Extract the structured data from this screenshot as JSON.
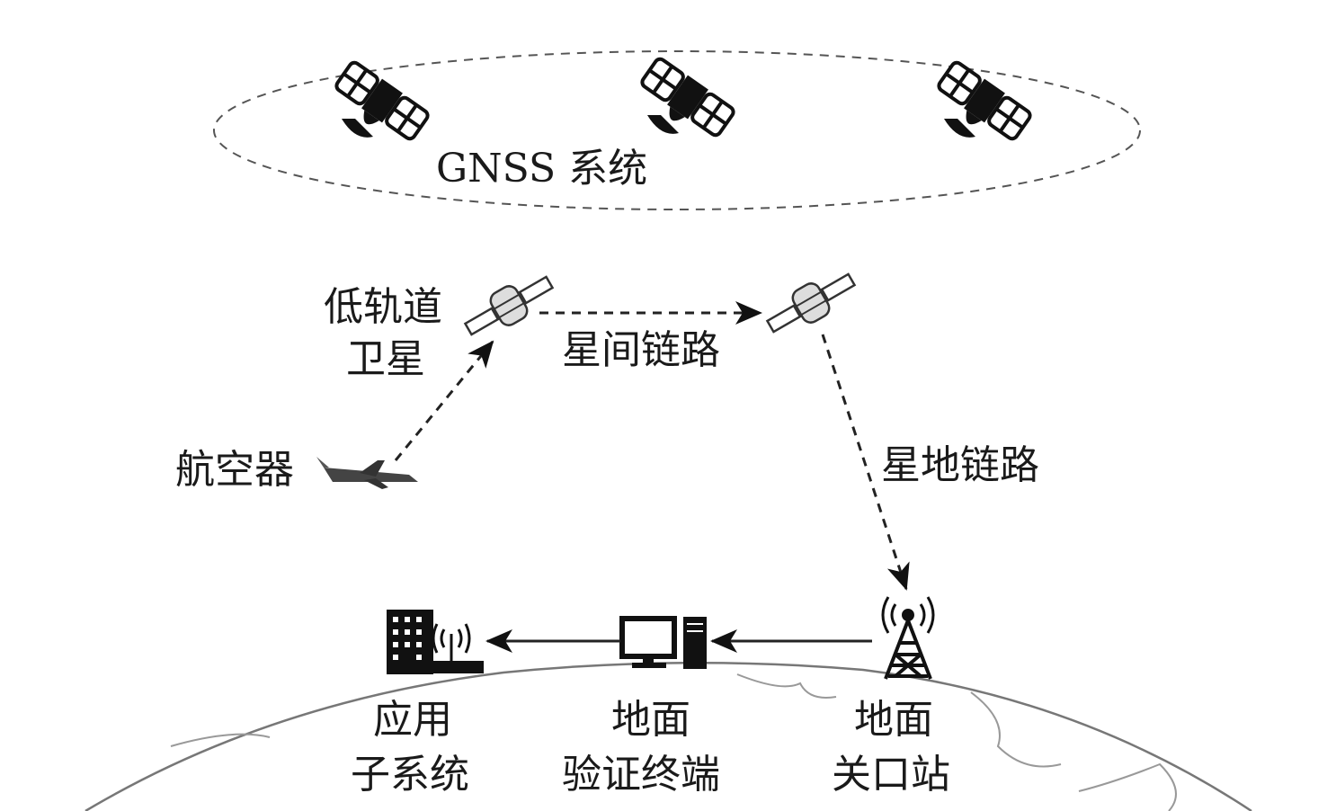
{
  "gnss": {
    "label": "GNSS 系统"
  },
  "leo": {
    "line1": "低轨道",
    "line2": "卫星"
  },
  "links": {
    "inter_satellite": "星间链路",
    "satellite_ground": "星地链路"
  },
  "aircraft": {
    "label": "航空器"
  },
  "app_subsystem": {
    "line1": "应用",
    "line2": "子系统"
  },
  "ground_terminal": {
    "line1": "地面",
    "line2": "验证终端"
  },
  "gateway": {
    "line1": "地面",
    "line2": "关口站"
  },
  "colors": {
    "ink": "#1a1a1a",
    "earth": "#888888"
  }
}
